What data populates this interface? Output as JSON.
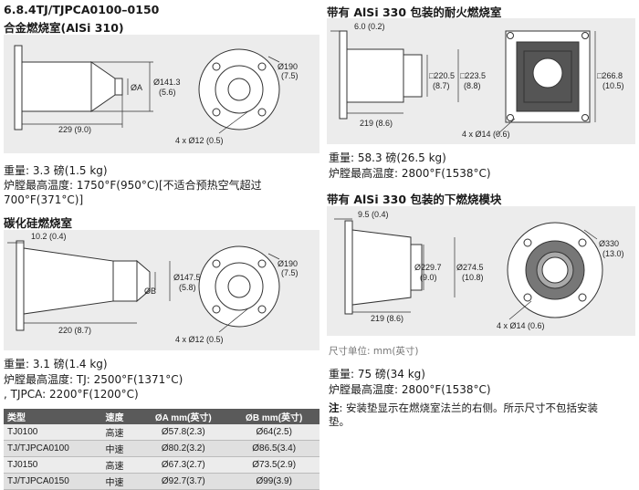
{
  "header": {
    "title": "6.8.4TJ/TJPCA0100–0150"
  },
  "alloy": {
    "heading": "合金燃烧室(AlSi 310)",
    "dims": {
      "a_label": "ØA",
      "d141": "Ø141.3",
      "d141_in": "(5.6)",
      "len": "229 (9.0)",
      "d190": "Ø190",
      "d190_in": "(7.5)",
      "holes": "4 x Ø12 (0.5)"
    },
    "weight": "重量: 3.3 磅(1.5 kg)",
    "temp": "炉膛最高温度: 1750°F(950°C)[不适合预热空气超过",
    "temp2": "700°F(371°C)]"
  },
  "sic": {
    "heading": "碳化硅燃烧室",
    "dims": {
      "b_label": "ØB",
      "top": "10.2 (0.4)",
      "d147": "Ø147.5",
      "d147_in": "(5.8)",
      "len": "220 (8.7)",
      "d190": "Ø190",
      "d190_in": "(7.5)",
      "holes": "4 x Ø12 (0.5)"
    },
    "weight": "重量: 3.1 磅(1.4 kg)",
    "temp": "炉膛最高温度: TJ: 2500°F(1371°C)",
    "temp2": ", TJPCA: 2200°F(1200°C)"
  },
  "refractory": {
    "heading": "带有 AlSi 330 包装的耐火燃烧室",
    "dims": {
      "top": "6.0 (0.2)",
      "sq1": "□220.5",
      "sq1_in": "(8.7)",
      "sq2": "□223.5",
      "sq2_in": "(8.8)",
      "len": "219 (8.6)",
      "sq3": "□266.8",
      "sq3_in": "(10.5)",
      "holes": "4 x Ø14 (0.6)"
    },
    "weight": "重量: 58.3 磅(26.5 kg)",
    "temp": "炉膛最高温度: 2800°F(1538°C)"
  },
  "lower": {
    "heading": "带有 AlSi 330 包装的下燃烧模块",
    "dims": {
      "top": "9.5 (0.4)",
      "d229": "Ø229.7",
      "d229_in": "(9.0)",
      "d274": "Ø274.5",
      "d274_in": "(10.8)",
      "len": "219 (8.6)",
      "d330": "Ø330",
      "d330_in": "(13.0)",
      "holes": "4 x Ø14 (0.6)"
    },
    "units": "尺寸单位: mm(英寸)",
    "weight": "重量: 75 磅(34 kg)",
    "temp": "炉膛最高温度: 2800°F(1538°C)",
    "note_label": "注",
    "note_text": ": 安装垫显示在燃烧室法兰的右侧。所示尺寸不包括安装",
    "note_text2": "垫。"
  },
  "table": {
    "headers": [
      "类型",
      "速度",
      "ØA mm(英寸)",
      "ØB mm(英寸)"
    ],
    "rows": [
      [
        "TJ0100",
        "高速",
        "Ø57.8(2.3)",
        "Ø64(2.5)"
      ],
      [
        "TJ/TJPCA0100",
        "中速",
        "Ø80.2(3.2)",
        "Ø86.5(3.4)"
      ],
      [
        "TJ0150",
        "高速",
        "Ø67.3(2.7)",
        "Ø73.5(2.9)"
      ],
      [
        "TJ/TJPCA0150",
        "中速",
        "Ø92.7(3.7)",
        "Ø99(3.9)"
      ]
    ]
  }
}
